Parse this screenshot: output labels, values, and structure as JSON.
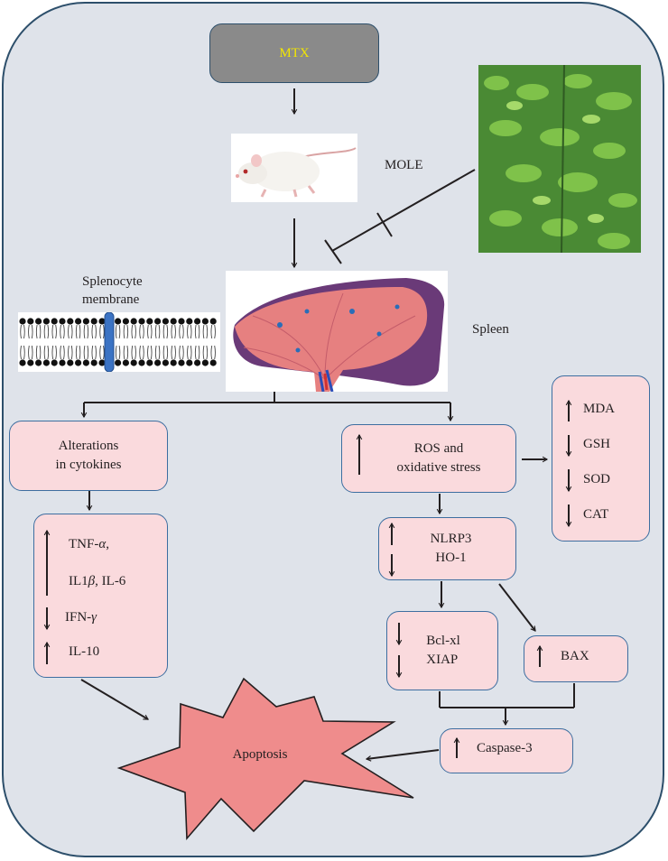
{
  "nodes": {
    "mtx": "MTX",
    "mole": "MOLE",
    "splenocyte_membrane": [
      "Splenocyte",
      "membrane"
    ],
    "spleen": "Spleen",
    "alterations": [
      "Alterations",
      "in cytokines"
    ],
    "ros": [
      "ROS and",
      "oxidative stress"
    ],
    "oxidative_markers": [
      "MDA",
      "GSH",
      "SOD",
      "CAT"
    ],
    "nlrp3_ho1": [
      "NLRP3",
      "HO-1"
    ],
    "bcl_xiap": [
      "Bcl-xl",
      "XIAP"
    ],
    "bax": "BAX",
    "caspase": "Caspase-3",
    "apoptosis": "Apoptosis"
  },
  "cytokines": {
    "tnf": "TNF-",
    "il1_prefix": "IL1",
    "il1_suffix": ", IL-6",
    "ifn": "IFN-",
    "il10": "IL-10",
    "greek": {
      "alpha": "α",
      "beta": "β",
      "gamma": "γ"
    }
  },
  "colors": {
    "frame_bg": "#dfe3ea",
    "box_fill": "#fadadd",
    "box_border": "#3d6ea0",
    "mtx_fill": "#8a8a8a",
    "mtx_text": "#f2e600",
    "apoptosis_fill": "#ef8c8c"
  }
}
